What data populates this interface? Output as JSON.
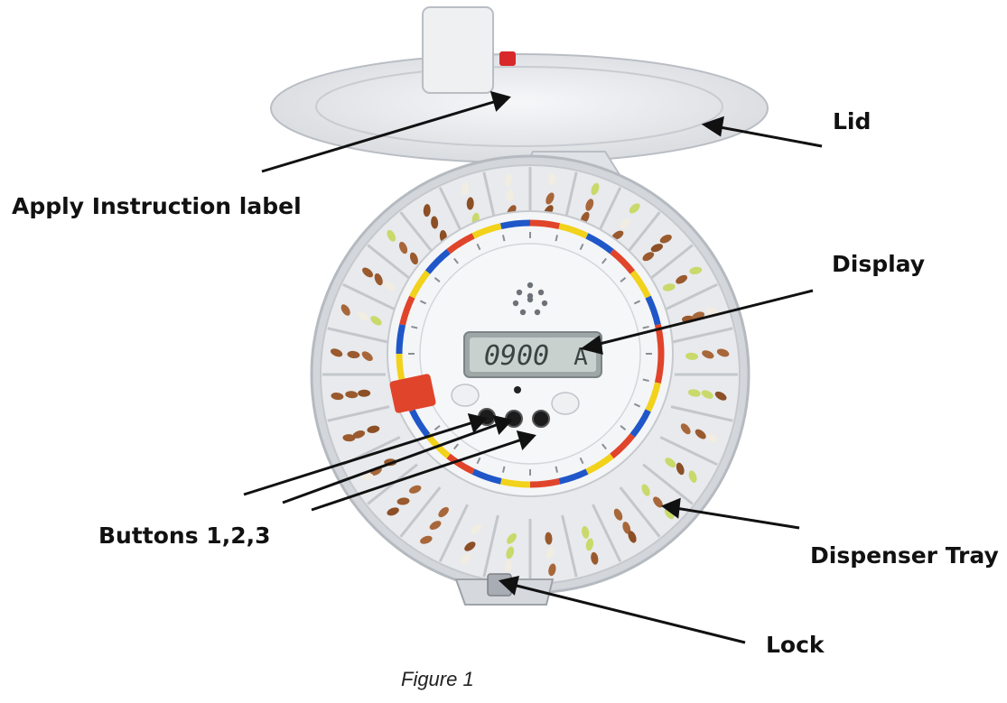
{
  "figure": {
    "caption": "Figure 1",
    "display_reading": "0900",
    "display_suffix": "A"
  },
  "callouts": {
    "lid": "Lid",
    "apply_label": "Apply Instruction label",
    "display": "Display",
    "buttons": "Buttons 1,2,3",
    "tray": "Dispenser Tray",
    "lock": "Lock"
  },
  "colors": {
    "device_body": "#e9ebee",
    "ring_red": "#e0442b",
    "ring_yellow": "#f2d21a",
    "ring_blue": "#1f57c9",
    "lcd": "#c9d1cf",
    "pill_brown": "#9a5a2e"
  }
}
